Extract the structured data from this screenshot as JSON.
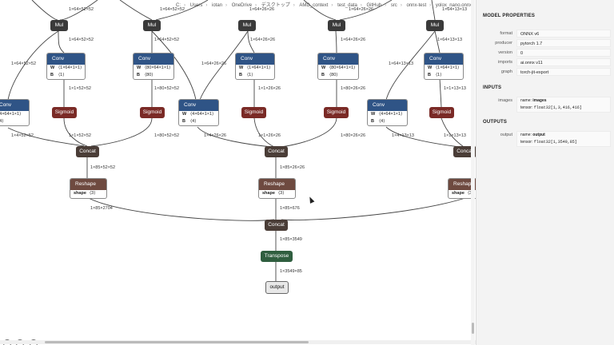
{
  "breadcrumb": [
    "C:",
    "Users",
    "iotan",
    "OneDrive",
    "デスクトップ",
    "AMD_context",
    "test_data",
    "GitHub",
    "src",
    "onnx-test",
    "yolox_nano.onnx"
  ],
  "nodes": {
    "mul": "Mul",
    "conv": "Conv",
    "sigmoid": "Sigmoid",
    "concat": "Concat",
    "reshape": "Reshape",
    "transpose": "Transpose",
    "output": "output"
  },
  "conv_attrs": {
    "w_key": "W",
    "b_key": "B",
    "w1": "⟨1×64×1×1⟩",
    "b1": "⟨1⟩",
    "w80": "⟨80×64×1×1⟩",
    "b80": "⟨80⟩",
    "w4": "⟨4×64×1×1⟩",
    "b4": "⟨4⟩"
  },
  "reshape_attr": {
    "key": "shape",
    "val": "⟨3⟩"
  },
  "edge_labels": {
    "top_a": "1×64×52×52",
    "top_b": "1×64×26×26",
    "top_c": "1×64×13×13",
    "e52": "1×64×52×52",
    "e26": "1×64×26×26",
    "e13": "1×64×13×13",
    "s1_52": "1×1×52×52",
    "s80_52": "1×80×52×52",
    "s4_52": "1×4×52×52",
    "s1_26": "1×1×26×26",
    "s80_26": "1×80×26×26",
    "s4_26": "1×4×26×26",
    "s1_13": "1×1×13×13",
    "s4_13": "1×4×13×13",
    "c52": "1×85×52×52",
    "c26": "1×85×26×26",
    "r52": "1×85×2704",
    "r26": "1×85×676",
    "cat": "1×85×3549",
    "tr": "1×3549×85"
  },
  "zoom": [
    "+",
    "+",
    "−"
  ],
  "panel": {
    "title": "MODEL PROPERTIES",
    "props": [
      {
        "label": "format",
        "value": "ONNX v6"
      },
      {
        "label": "producer",
        "value": "pytorch 1.7"
      },
      {
        "label": "version",
        "value": "0"
      },
      {
        "label": "imports",
        "value": "ai.onnx v11"
      },
      {
        "label": "graph",
        "value": "torch-jit-export"
      }
    ],
    "inputs_title": "INPUTS",
    "input": {
      "label": "images",
      "name_key": "name:",
      "name": "images",
      "tensor_key": "tensor:",
      "tensor": "float32[1,3,416,416]"
    },
    "outputs_title": "OUTPUTS",
    "output": {
      "label": "output",
      "name_key": "name:",
      "name": "output",
      "tensor_key": "tensor:",
      "tensor": "float32[1,3549,85]"
    }
  }
}
